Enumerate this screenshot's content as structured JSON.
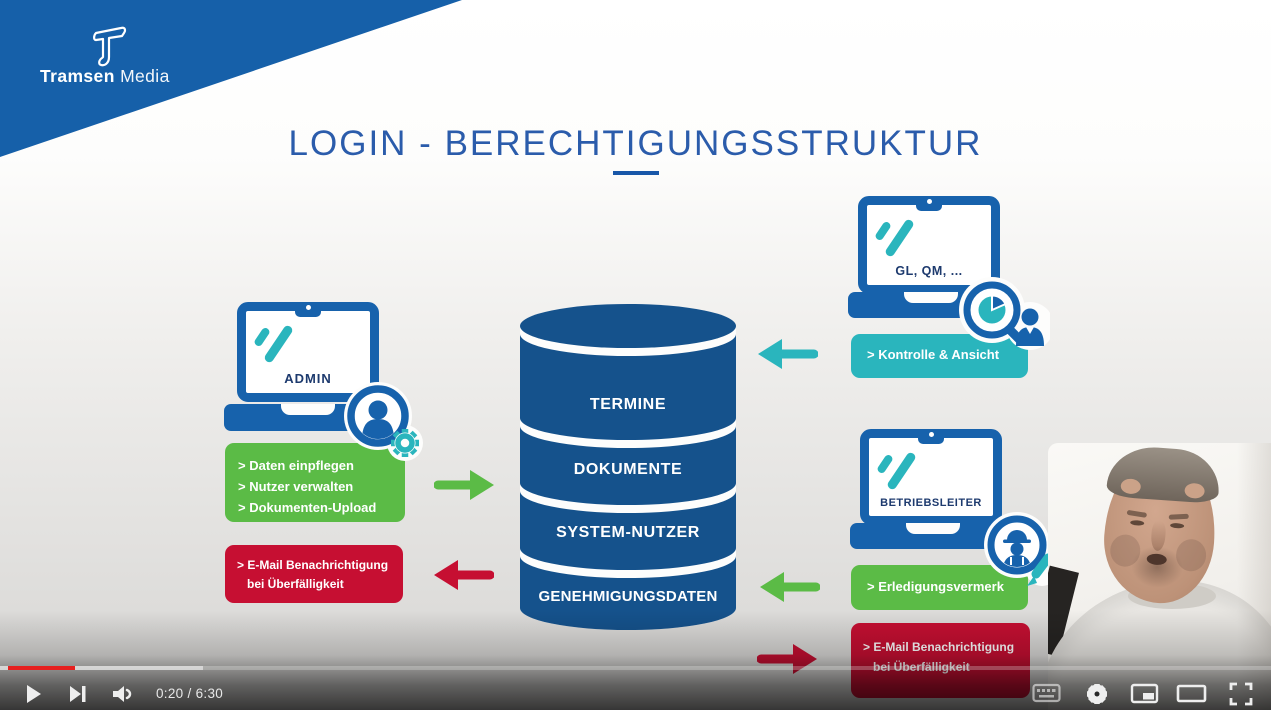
{
  "brand": {
    "name_bold": "Tramsen",
    "name_light": "Media"
  },
  "slide": {
    "title": "LOGIN - BERECHTIGUNGSSTRUKTUR",
    "admin": {
      "device_label": "ADMIN",
      "permissions": [
        "> Daten einpflegen",
        "> Nutzer verwalten",
        "> Dokumenten-Upload"
      ],
      "alert_lines": [
        "> E-Mail Benachrichtigung",
        "bei Überfälligkeit"
      ]
    },
    "database": {
      "layers": [
        "TERMINE",
        "DOKUMENTE",
        "SYSTEM-NUTZER",
        "GENEHMIGUNGSDATEN"
      ]
    },
    "management": {
      "device_label": "GL, QM, ...",
      "permission": "> Kontrolle & Ansicht"
    },
    "operations": {
      "device_label": "BETRIEBSLEITER",
      "permission": "> Erledigungsvermerk",
      "alert_lines": [
        "> E-Mail Benachrichtigung",
        "bei Überfälligkeit"
      ]
    },
    "colors": {
      "brand_blue": "#1660a9",
      "database_blue": "#15528c",
      "green": "#5bbb46",
      "red": "#c60f32",
      "teal": "#2ab5bd"
    }
  },
  "player": {
    "current_time": "0:20",
    "duration": "6:30",
    "time_display": "0:20 / 6:30",
    "progress_color": "#e6201f"
  }
}
